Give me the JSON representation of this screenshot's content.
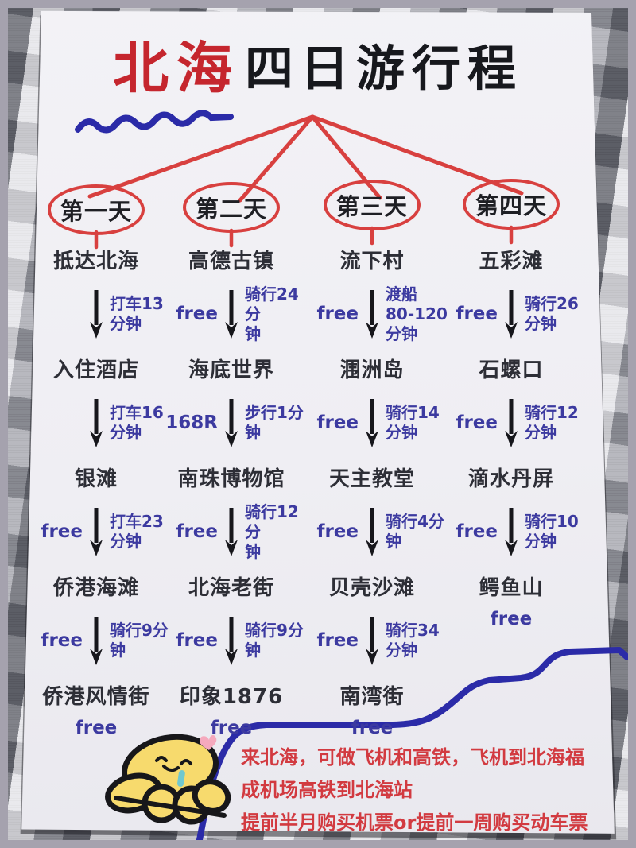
{
  "title": {
    "highlight": "北海",
    "rest": "四日游行程"
  },
  "days": [
    {
      "label": "第一天",
      "stops": [
        {
          "name": "抵达北海",
          "price": ""
        },
        {
          "name": "入住酒店",
          "price": ""
        },
        {
          "name": "银滩",
          "price": "free"
        },
        {
          "name": "侨港海滩",
          "price": "free"
        },
        {
          "name": "侨港风情街",
          "price": "free"
        }
      ],
      "legs": [
        "打车13\n分钟",
        "打车16\n分钟",
        "打车23\n分钟",
        "骑行9分钟"
      ]
    },
    {
      "label": "第二天",
      "stops": [
        {
          "name": "高德古镇",
          "price": "free"
        },
        {
          "name": "海底世界",
          "price": "168R"
        },
        {
          "name": "南珠博物馆",
          "price": "free"
        },
        {
          "name": "北海老街",
          "price": "free"
        },
        {
          "name": "印象1876",
          "price": "free"
        }
      ],
      "legs": [
        "骑行24分\n钟",
        "步行1分钟",
        "骑行12分\n钟",
        "骑行9分钟"
      ]
    },
    {
      "label": "第三天",
      "stops": [
        {
          "name": "流下村",
          "price": "free"
        },
        {
          "name": "涠洲岛",
          "price": "free"
        },
        {
          "name": "天主教堂",
          "price": "free"
        },
        {
          "name": "贝壳沙滩",
          "price": "free"
        },
        {
          "name": "南湾街",
          "price": "free"
        }
      ],
      "legs": [
        "渡船\n80-120\n分钟",
        "骑行14分钟",
        "骑行4分钟",
        "骑行34分钟"
      ]
    },
    {
      "label": "第四天",
      "stops": [
        {
          "name": "五彩滩",
          "price": "free"
        },
        {
          "name": "石螺口",
          "price": "free"
        },
        {
          "name": "滴水丹屏",
          "price": "free"
        },
        {
          "name": "鳄鱼山",
          "price": "free"
        }
      ],
      "legs": [
        "骑行26分钟",
        "骑行12分钟",
        "骑行10分钟"
      ]
    }
  ],
  "note": {
    "lines": [
      "来北海，可做飞机和高铁，飞机到北海福",
      "成机场高铁到北海站",
      "提前半月购买机票or提前一周购买动车票"
    ]
  },
  "colors": {
    "accent_red": "#d8403f",
    "title_red": "#c5262e",
    "ink_black": "#2d2e36",
    "ink_blue": "#3c3aa0",
    "doodle_blue": "#2b2ba8",
    "note_red": "#d23a40",
    "paper": "#efeef3",
    "mascot_yellow": "#f7da6d",
    "heart_pink": "#f5a9bd",
    "drool_teal": "#70c8cf"
  }
}
